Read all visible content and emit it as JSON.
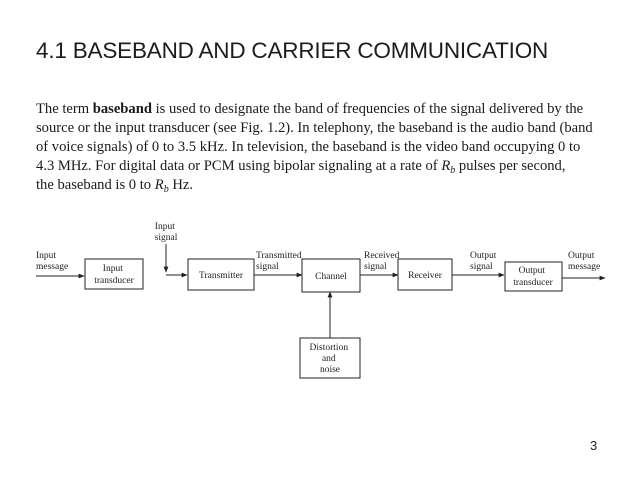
{
  "section": {
    "heading": "4.1 BASEBAND AND CARRIER COMMUNICATION"
  },
  "paragraph": {
    "l1_a": "The term ",
    "l1_b": "baseband",
    "l1_c": " is used to designate the band of frequencies of the signal delivered by the",
    "l2": "source or the input transducer (see Fig. 1.2). In telephony, the baseband is the audio band (band",
    "l3": "of voice signals) of 0 to 3.5 kHz. In television, the baseband is the video band occupying 0 to",
    "l4_a": "4.3 MHz. For digital data or PCM using bipolar signaling at a rate of ",
    "l4_sym": "R",
    "l4_sub": "b",
    "l4_b": " pulses per second,",
    "l5_a": "the baseband is 0 to ",
    "l5_sym": "R",
    "l5_sub": "b",
    "l5_b": " Hz."
  },
  "diagram": {
    "input_signal": [
      "Input",
      "signal"
    ],
    "input_message": [
      "Input",
      "message"
    ],
    "input_transducer": [
      "Input",
      "transducer"
    ],
    "transmitter": "Transmitter",
    "transmitted_signal": [
      "Transmitted",
      "signal"
    ],
    "channel": "Channel",
    "received_signal": [
      "Received",
      "signal"
    ],
    "receiver": "Receiver",
    "output_signal": [
      "Output",
      "signal"
    ],
    "output_transducer": [
      "Output",
      "transducer"
    ],
    "output_message": [
      "Output",
      "message"
    ],
    "distortion": [
      "Distortion",
      "and",
      "noise"
    ]
  },
  "footer": {
    "page_number": "3"
  }
}
